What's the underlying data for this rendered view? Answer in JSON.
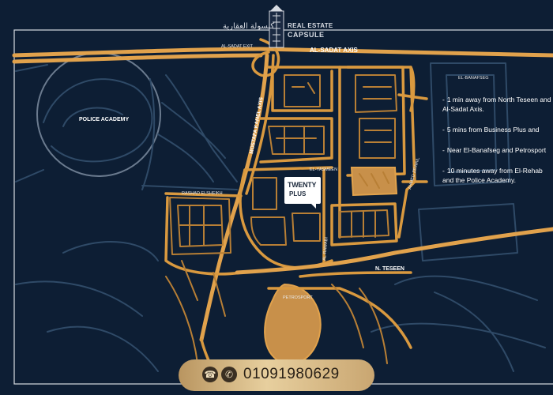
{
  "brand": {
    "arabic_name": "كبسولة العقارية",
    "line1": "REAL ESTATE",
    "line2": "CAPSULE"
  },
  "map": {
    "labels": {
      "sadat_exit": "AL-SADAT EXIT",
      "sadat_axis": "AL-SADAT AXIS",
      "mostafa_kamel": "MOSTAFA KAMEL AXIS",
      "police_academy": "POLICE ACADEMY",
      "el_yasmeen": "EL-YASMEEN",
      "ahmed_zewail": "AHMED ZEWAIL",
      "el_banafseg": "EL-BANAFSEG",
      "n_teseen": "N. TESEEN",
      "petrosport": "PETROSPORT",
      "small_road_1": "RASHAD ELSHEIKH",
      "small_road_2": "AL-RAWABI"
    },
    "marker": {
      "line1": "TWENTY",
      "line2": "PLUS"
    },
    "colors": {
      "background": "#0d1e34",
      "road": "#d9993f",
      "highlight": "#c8904a"
    }
  },
  "features": [
    "1 min away from North Teseen and Al-Sadat Axis.",
    "5 mins from Business Plus and",
    "Near El-Banafseg and Petrosport",
    "10 minutes away from El-Rehab and the Police Academy."
  ],
  "contact": {
    "phone_icon": "phone-icon",
    "whatsapp_icon": "whatsapp-icon",
    "number": "01091980629"
  }
}
